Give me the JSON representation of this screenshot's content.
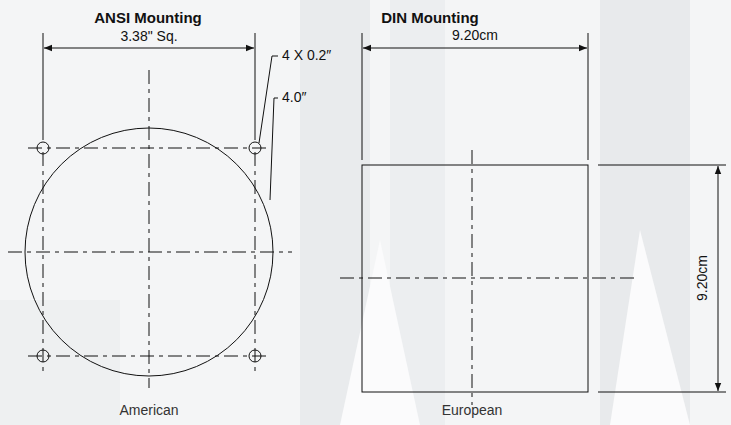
{
  "diagram": {
    "labels": [
      "ANSI Mounting",
      "DIN Mounting",
      "3.38\" Sq.",
      "4 X 0.2″",
      "4.0″",
      "9.20cm",
      "9.20cm",
      "American",
      "European"
    ]
  }
}
